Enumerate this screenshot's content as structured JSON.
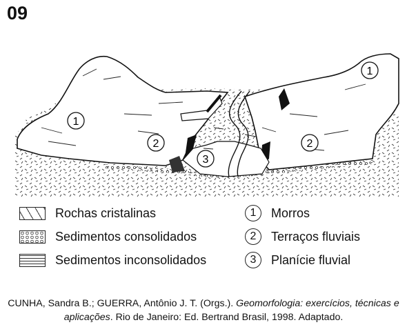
{
  "question_number": "09",
  "diagram_labels": {
    "morros": "1",
    "terracos": "2",
    "planicie": "3"
  },
  "legend_materials": [
    {
      "label": "Rochas cristalinas",
      "pattern": "dashes"
    },
    {
      "label": "Sedimentos consolidados",
      "pattern": "circles"
    },
    {
      "label": "Sedimentos inconsolidados",
      "pattern": "lines"
    }
  ],
  "legend_units": [
    {
      "number": "1",
      "label": "Morros"
    },
    {
      "number": "2",
      "label": "Terraços fluviais"
    },
    {
      "number": "3",
      "label": "Planície fluvial"
    }
  ],
  "citation": {
    "part1": "CUNHA, Sandra B.; GUERRA, Antônio J. T. (Orgs.). ",
    "title": "Geomorfologia: exercícios, técnicas e aplicações",
    "part2": ". Rio de Janeiro: Ed. Bertrand Brasil, 1998. Adaptado."
  }
}
